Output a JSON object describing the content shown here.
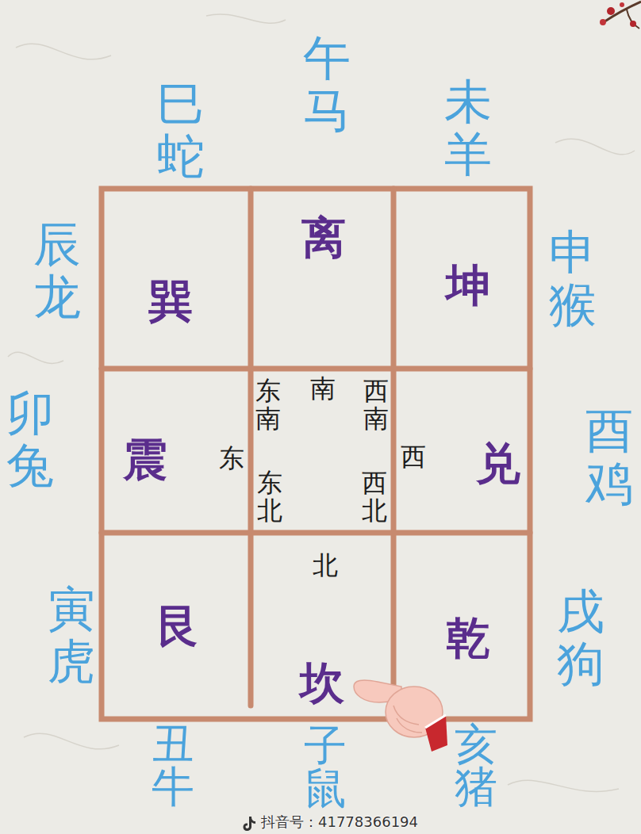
{
  "diagram": {
    "nodes": [
      {
        "text": [
          "巽"
        ]
      },
      {
        "text": [
          "离"
        ]
      },
      {
        "text": [
          "坤"
        ]
      },
      {
        "text": [
          "震"
        ]
      },
      {
        "text": [
          "兑"
        ]
      },
      {
        "text": [
          "艮"
        ]
      },
      {
        "text": [
          "坎"
        ]
      },
      {
        "text": [
          "乾"
        ]
      }
    ],
    "labels": [
      "巳蛇",
      "午马",
      "未羊",
      "辰龙",
      "申猴",
      "卯兔",
      "酉鸡",
      "寅虎",
      "戌狗",
      "丑牛",
      "子鼠",
      "亥猪",
      "东南",
      "南",
      "西南",
      "东",
      "西",
      "东北",
      "北",
      "西北",
      "抖音号：41778366194"
    ]
  }
}
